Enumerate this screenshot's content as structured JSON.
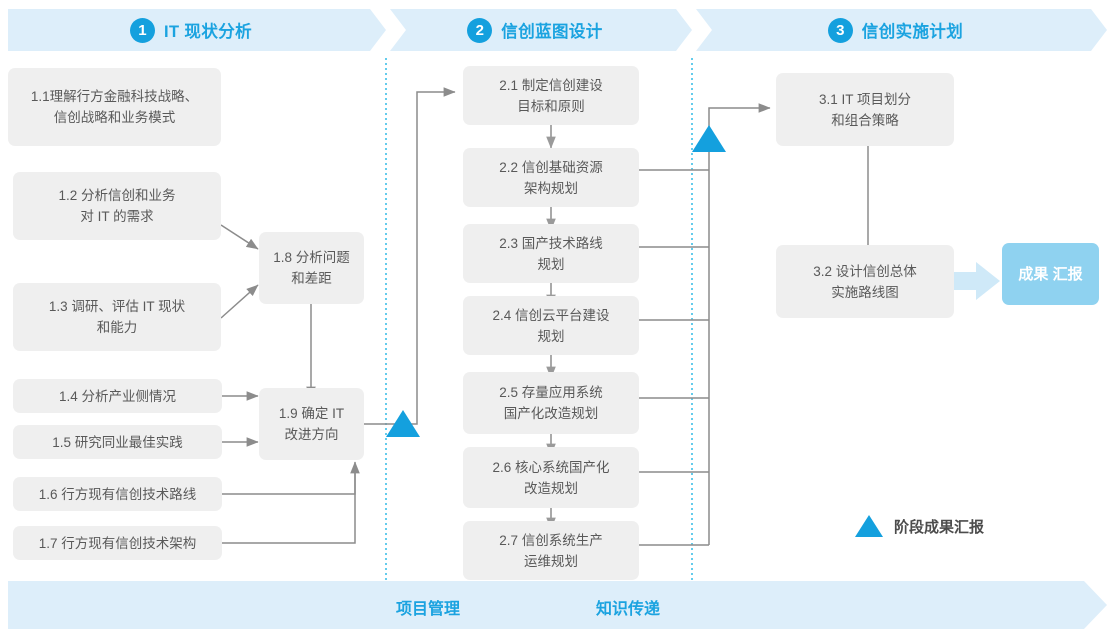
{
  "phases": [
    {
      "num": "1",
      "label": "IT 现状分析"
    },
    {
      "num": "2",
      "label": "信创蓝图设计"
    },
    {
      "num": "3",
      "label": "信创实施计划"
    }
  ],
  "stage1": {
    "inputs": [
      {
        "id": "1.1",
        "lines": [
          "1.1理解行方金融科技战略、",
          "信创战略和业务模式"
        ]
      },
      {
        "id": "1.2",
        "lines": [
          "1.2 分析信创和业务",
          "对 IT 的需求"
        ]
      },
      {
        "id": "1.3",
        "lines": [
          "1.3 调研、评估 IT 现状",
          "和能力"
        ]
      },
      {
        "id": "1.4",
        "lines": [
          "1.4 分析产业侧情况"
        ]
      },
      {
        "id": "1.5",
        "lines": [
          "1.5 研究同业最佳实践"
        ]
      },
      {
        "id": "1.6",
        "lines": [
          "1.6 行方现有信创技术路线"
        ]
      },
      {
        "id": "1.7",
        "lines": [
          "1.7 行方现有信创技术架构"
        ]
      }
    ],
    "synthesis": [
      {
        "id": "1.8",
        "lines": [
          "1.8 分析问题",
          "和差距"
        ]
      },
      {
        "id": "1.9",
        "lines": [
          "1.9 确定 IT",
          "改进方向"
        ]
      }
    ]
  },
  "stage2": {
    "items": [
      {
        "id": "2.1",
        "lines": [
          "2.1 制定信创建设",
          "目标和原则"
        ]
      },
      {
        "id": "2.2",
        "lines": [
          "2.2 信创基础资源",
          "架构规划"
        ]
      },
      {
        "id": "2.3",
        "lines": [
          "2.3 国产技术路线",
          "规划"
        ]
      },
      {
        "id": "2.4",
        "lines": [
          "2.4 信创云平台建设",
          "规划"
        ]
      },
      {
        "id": "2.5",
        "lines": [
          "2.5 存量应用系统",
          "国产化改造规划"
        ]
      },
      {
        "id": "2.6",
        "lines": [
          "2.6 核心系统国产化",
          "改造规划"
        ]
      },
      {
        "id": "2.7",
        "lines": [
          "2.7 信创系统生产",
          "运维规划"
        ]
      }
    ]
  },
  "stage3": {
    "items": [
      {
        "id": "3.1",
        "lines": [
          "3.1 IT 项目划分",
          "和组合策略"
        ]
      },
      {
        "id": "3.2",
        "lines": [
          "3.2 设计信创总体",
          "实施路线图"
        ]
      }
    ],
    "result": {
      "lines": [
        "成果",
        "汇报"
      ]
    }
  },
  "legend": {
    "label": "阶段成果汇报"
  },
  "footer": {
    "items": [
      "项目管理",
      "知识传递"
    ]
  },
  "colors": {
    "accent": "#14a0de",
    "band": "#ddeefa",
    "node": "#efefef",
    "node_text": "#595959",
    "result": "#8fd2f0",
    "wire": "#8c8c8c",
    "dotted": "#3ec0e8"
  }
}
